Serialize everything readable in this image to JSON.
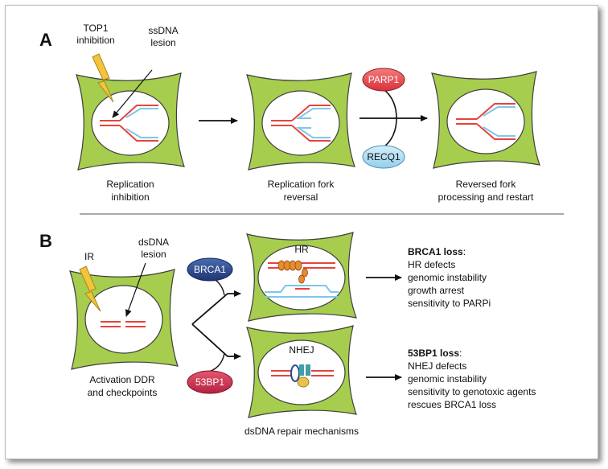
{
  "panel_a": {
    "letter": "A",
    "lbl_top1_l1": "TOP1",
    "lbl_top1_l2": "inhibition",
    "lbl_ssdna_l1": "ssDNA",
    "lbl_ssdna_l2": "lesion",
    "cap1_l1": "Replication",
    "cap1_l2": "inhibition",
    "cap2_l1": "Replication fork",
    "cap2_l2": "reversal",
    "cap3_l1": "Reversed fork",
    "cap3_l2": "processing and restart",
    "parp1": "PARP1",
    "recq1": "RECQ1"
  },
  "panel_b": {
    "letter": "B",
    "lbl_ir": "IR",
    "lbl_dsdna_l1": "dsDNA",
    "lbl_dsdna_l2": "lesion",
    "cap_left_l1": "Activation DDR",
    "cap_left_l2": "and checkpoints",
    "cap_bottom": "dsDNA repair mechanisms",
    "brca1": "BRCA1",
    "bp53": "53BP1",
    "hr": "HR",
    "nhej": "NHEJ",
    "brca1_title": "BRCA1 loss",
    "brca1_colon": ":",
    "brca1_l1": "HR defects",
    "brca1_l2": "genomic instability",
    "brca1_l3": "growth arrest",
    "brca1_l4": "sensitivity to PARPi",
    "bp53_title": "53BP1 loss",
    "bp53_colon": ":",
    "bp53_l1": "NHEJ defects",
    "bp53_l2": "genomic instability",
    "bp53_l3": "sensitivity to genotoxic agents",
    "bp53_l4": "rescues BRCA1 loss"
  },
  "colors": {
    "cell_fill": "#a6cd4e",
    "cell_stroke": "#3e3e3e",
    "dna_red": "#e8433c",
    "dna_blue": "#7ec8e8",
    "parp1": "#e2464b",
    "recq1": "#aadcf3",
    "brca1": "#2d4a8c",
    "bp53": "#cc2f52",
    "lightning": "#f3c43a",
    "foci": "#e88a2d"
  }
}
